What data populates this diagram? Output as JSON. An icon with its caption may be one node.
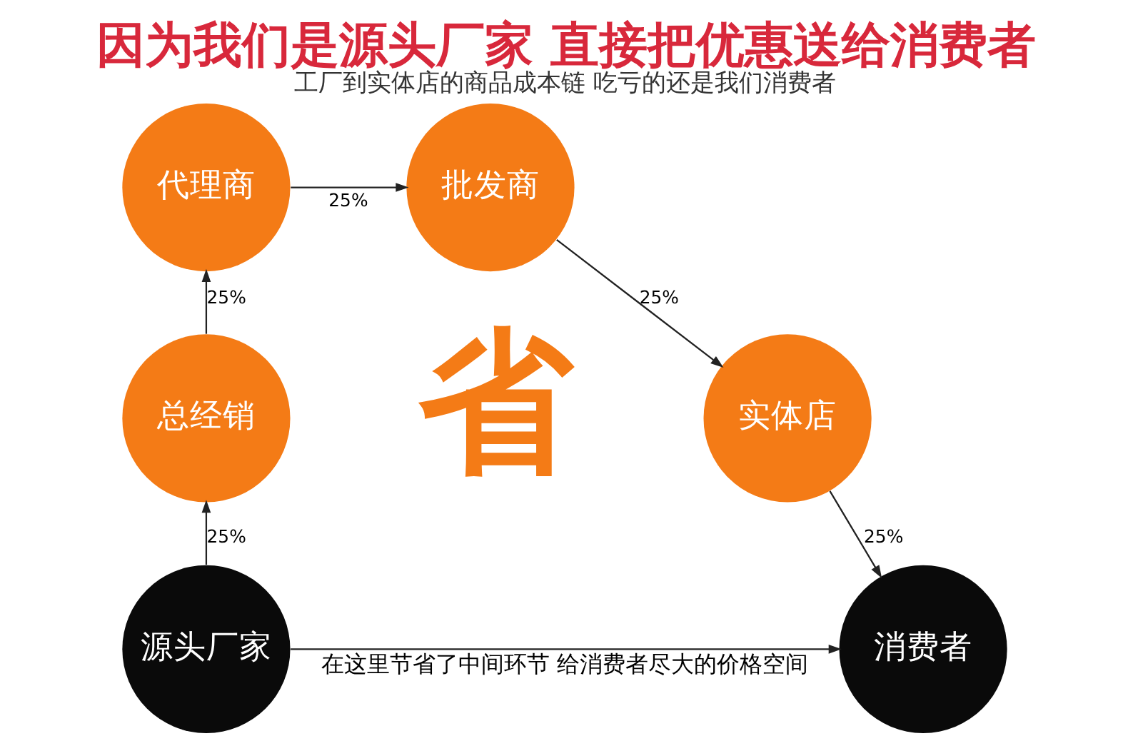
{
  "diagram": {
    "title": "因为我们是源头厂家 直接把优惠送给消费者",
    "caption": "工厂到实体店的商品成本链 吃亏的还是我们消费者",
    "nodes": [
      {
        "text": [
          "源头厂家"
        ]
      },
      {
        "text": [
          "总经销"
        ]
      },
      {
        "text": [
          "代理商"
        ]
      },
      {
        "text": [
          "批发商"
        ]
      },
      {
        "text": [
          "实体店"
        ]
      },
      {
        "text": [
          "消费者"
        ]
      }
    ],
    "edges": [
      {
        "from": 0,
        "to": 1,
        "arrow": "to",
        "label": "25%"
      },
      {
        "from": 1,
        "to": 2,
        "arrow": "to",
        "label": "25%"
      },
      {
        "from": 2,
        "to": 3,
        "arrow": "to",
        "label": "25%"
      },
      {
        "from": 3,
        "to": 4,
        "arrow": "to",
        "label": "25%"
      },
      {
        "from": 4,
        "to": 5,
        "arrow": "to",
        "label": "25%"
      },
      {
        "from": 0,
        "to": 5,
        "arrow": "to",
        "label": "在这里节省了中间环节 给消费者尽大的价格空间"
      }
    ],
    "labels": [
      "省"
    ]
  }
}
